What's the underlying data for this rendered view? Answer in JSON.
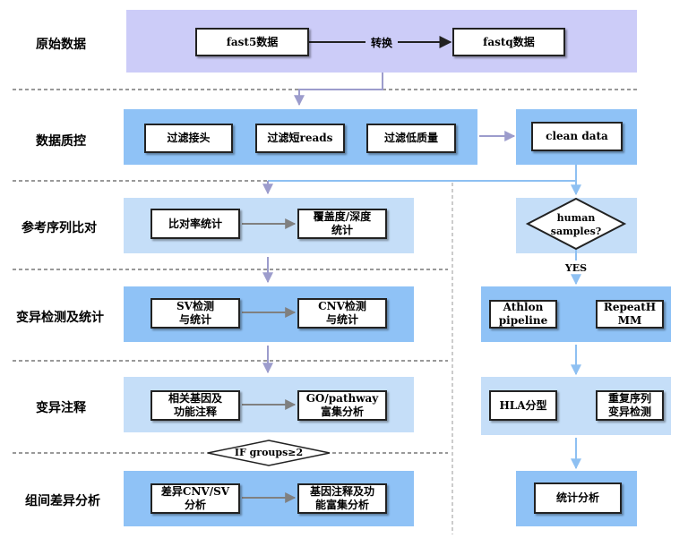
{
  "stages": {
    "raw": "原始数据",
    "qc": "数据质控",
    "align": "参考序列比对",
    "variant": "变异检测及统计",
    "annot": "变异注释",
    "group": "组间差异分析"
  },
  "boxes": {
    "fast5": "fast5数据",
    "convert": "转换",
    "fastq": "fastq数据",
    "filter_adapter": "过滤接头",
    "filter_short": "过滤短reads",
    "filter_low": "过滤低质量",
    "clean_data": "clean data",
    "mapping_rate": "比对率统计",
    "coverage": "覆盖度/深度\n统计",
    "sv": "SV检测\n与统计",
    "cnv": "CNV检测\n与统计",
    "gene_annot": "相关基因及\n功能注释",
    "go_pathway": "GO/pathway\n富集分析",
    "diff_cnv_sv": "差异CNV/SV\n分析",
    "gene_annot2": "基因注释及功\n能富集分析",
    "athlon": "Athlon\npipeline",
    "repeathmm": "RepeatH\nMM",
    "hla": "HLA分型",
    "repeat_detect": "重复序列\n变异检测",
    "stats": "统计分析"
  },
  "decisions": {
    "human": "human\nsamples?",
    "yes": "YES",
    "if_groups": "IF groups≥2"
  },
  "colors": {
    "band_purple": "#ccccf8",
    "band_blue": "#8fc2f6",
    "band_light": "#c5def8",
    "arrow_purple": "#9c9ccc",
    "arrow_blue": "#8ec0f2",
    "arrow_gray": "#808080"
  }
}
